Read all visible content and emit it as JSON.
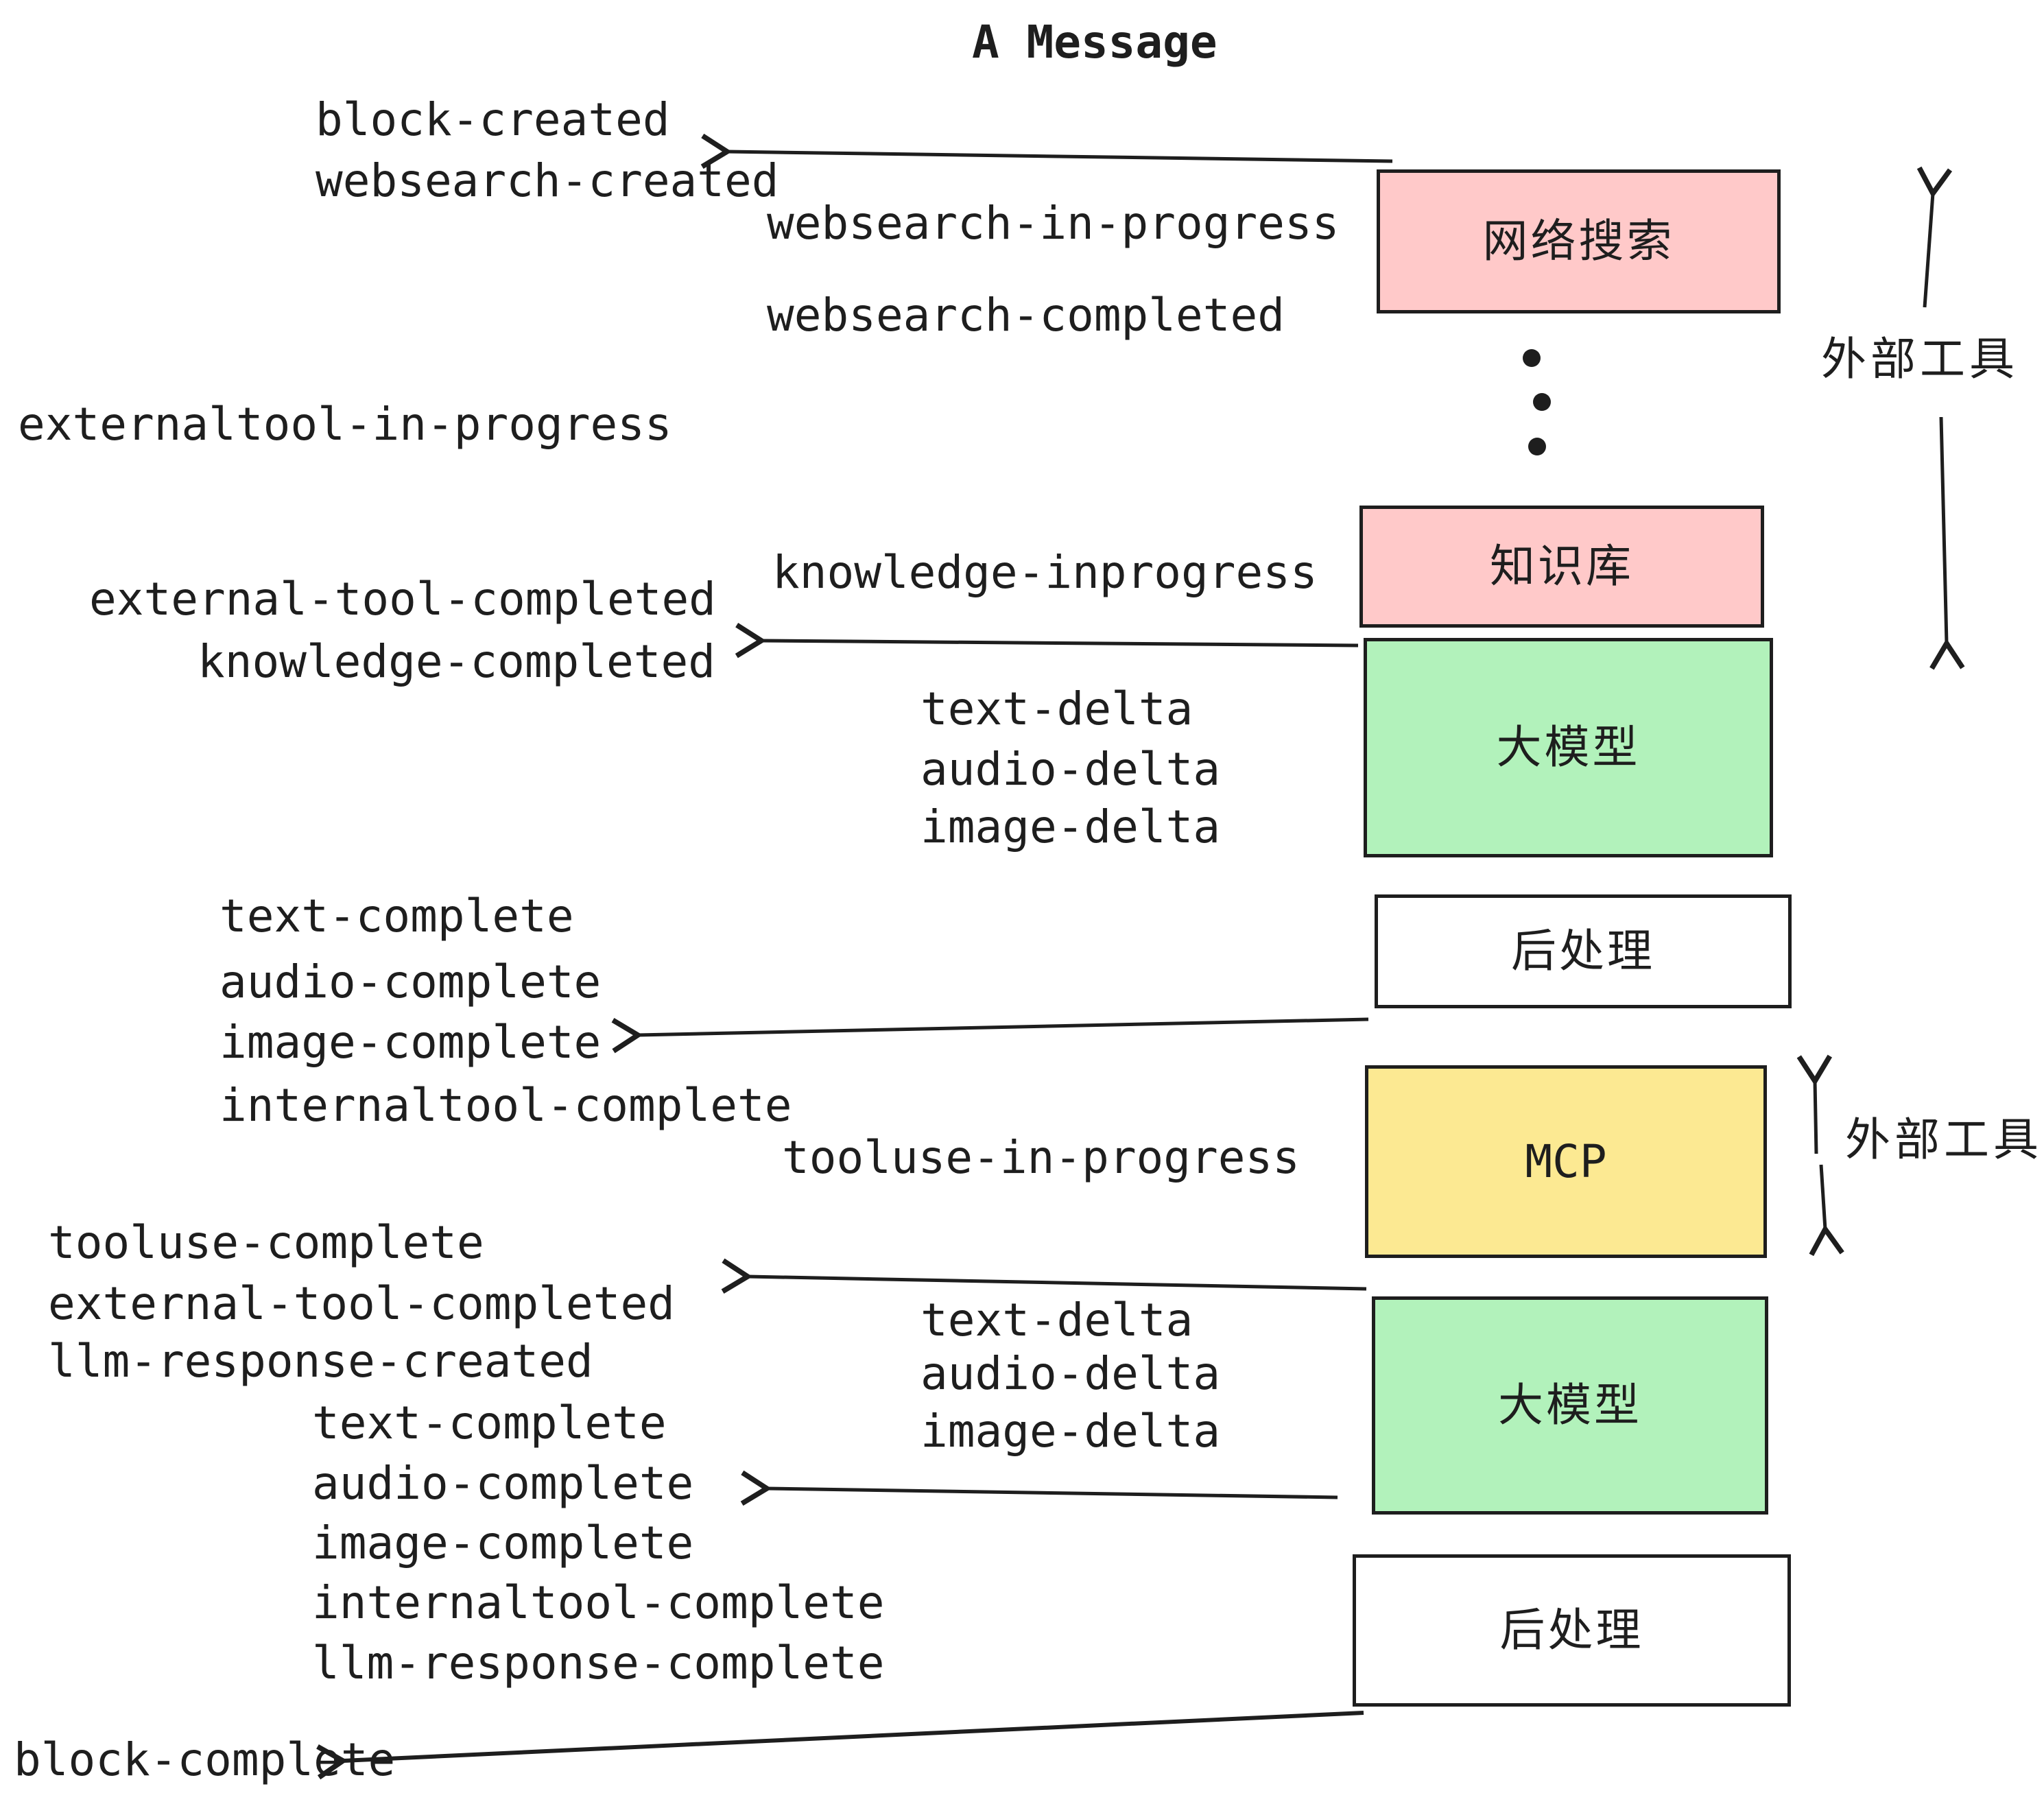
{
  "title": "A Message",
  "events": {
    "block_created": "block-created",
    "websearch_created": "websearch-created",
    "websearch_in_progress": "websearch-in-progress",
    "websearch_completed": "websearch-completed",
    "externaltool_in_progress": "externaltool-in-progress",
    "knowledge_inprogress": "knowledge-inprogress",
    "external_tool_completed": "external-tool-completed",
    "knowledge_completed": "knowledge-completed",
    "text_delta": "text-delta",
    "audio_delta": "audio-delta",
    "image_delta": "image-delta",
    "text_complete": "text-complete",
    "audio_complete": "audio-complete",
    "image_complete": "image-complete",
    "internaltool_complete": "internaltool-complete",
    "tooluse_in_progress": "tooluse-in-progress",
    "tooluse_complete": "tooluse-complete",
    "llm_response_created": "llm-response-created",
    "llm_response_complete": "llm-response-complete",
    "block_complete": "block-complete"
  },
  "boxes": {
    "websearch": {
      "label": "网络搜索",
      "fill": "#ffc9c9"
    },
    "knowledge": {
      "label": "知识库",
      "fill": "#ffc9c9"
    },
    "llm1": {
      "label": "大模型",
      "fill": "#b2f2bb"
    },
    "postprocess1": {
      "label": "后处理",
      "fill": "#ffffff"
    },
    "mcp": {
      "label": "MCP",
      "fill": "#fce992"
    },
    "llm2": {
      "label": "大模型",
      "fill": "#b2f2bb"
    },
    "postprocess2": {
      "label": "后处理",
      "fill": "#ffffff"
    }
  },
  "side_labels": {
    "external_tools_top": "外部工具",
    "external_tools_mid": "外部工具"
  },
  "colors": {
    "ink": "#1e1e1e",
    "pink": "#ffc9c9",
    "green": "#b2f2bb",
    "yellow": "#fce992",
    "white": "#ffffff"
  }
}
